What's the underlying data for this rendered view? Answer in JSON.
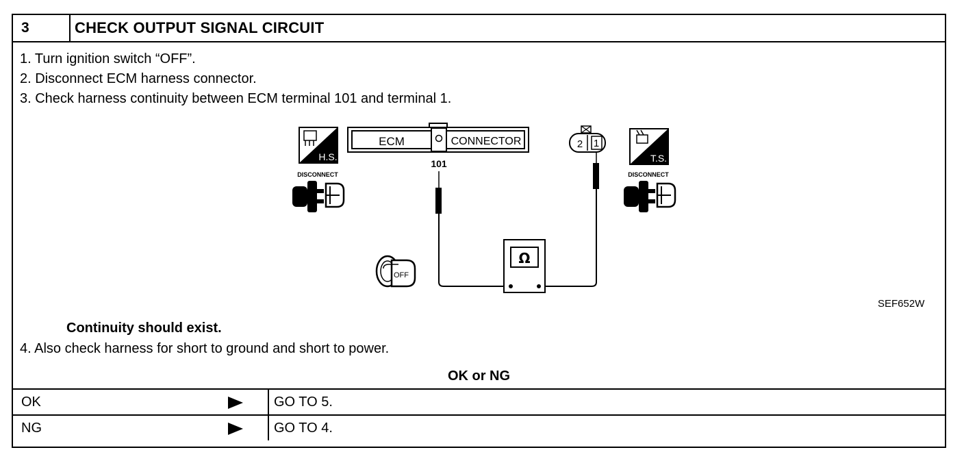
{
  "header": {
    "step_number": "3",
    "title": "CHECK OUTPUT SIGNAL CIRCUIT"
  },
  "steps": [
    "1. Turn ignition switch “OFF”.",
    "2. Disconnect ECM harness connector.",
    "3. Check harness continuity between ECM terminal 101 and terminal 1."
  ],
  "diagram": {
    "hs_label": "H.S.",
    "ts_label": "T.S.",
    "disconnect_left": "DISCONNECT",
    "disconnect_right": "DISCONNECT",
    "ecm_label": "ECM",
    "connector_label": "CONNECTOR",
    "terminal_101": "101",
    "terminal_2": "2",
    "terminal_1": "1",
    "ohm_symbol": "Ω",
    "ignition_off": "OFF",
    "figure_code": "SEF652W"
  },
  "result": {
    "continuity": "Continuity should exist.",
    "step4": "4. Also check harness for short to ground and short to power."
  },
  "decision": {
    "heading": "OK or NG",
    "rows": [
      {
        "label": "OK",
        "action": "GO TO 5."
      },
      {
        "label": "NG",
        "action": "GO TO 4."
      }
    ]
  }
}
